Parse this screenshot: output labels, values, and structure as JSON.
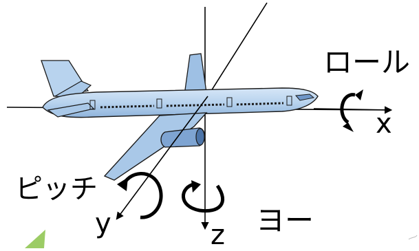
{
  "labels": {
    "roll": "ロール",
    "pitch": "ピッチ",
    "yaw": "ヨー",
    "x_axis": "x",
    "y_axis": "y",
    "z_axis": "z"
  },
  "colors": {
    "fuselage": "#b8d3ee",
    "fuselage_shade": "#8fb4dc",
    "engine": "#6f96c8",
    "outline": "#1a1a1a",
    "axis": "#000000",
    "corner_accent": "#9ccc65"
  }
}
